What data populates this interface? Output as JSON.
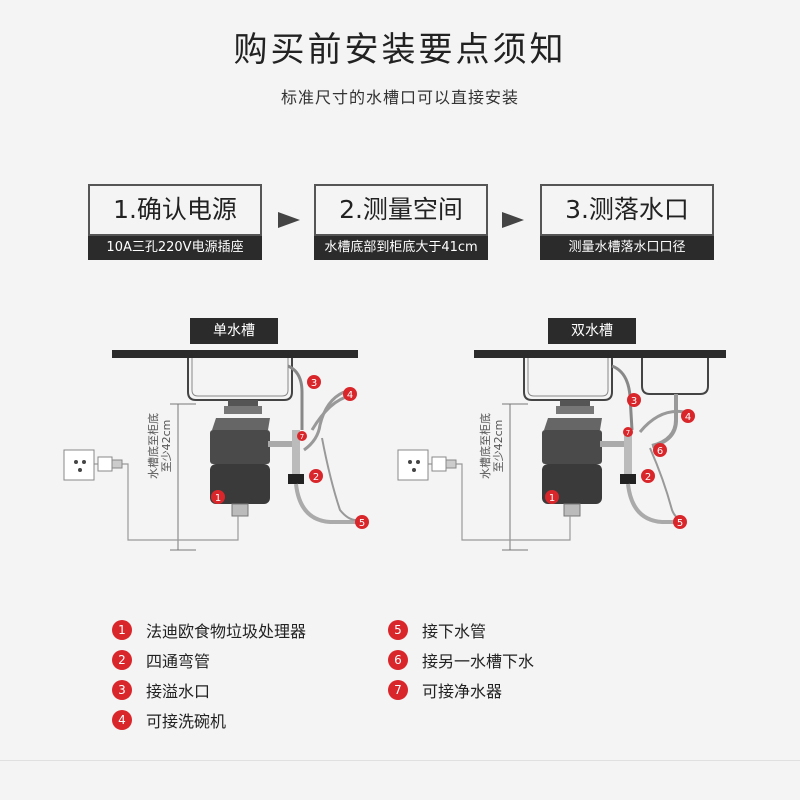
{
  "title": "购买前安装要点须知",
  "subtitle": "标准尺寸的水槽口可以直接安装",
  "steps": [
    {
      "title": "1.确认电源",
      "desc": "10A三孔220V电源插座"
    },
    {
      "title": "2.测量空间",
      "desc": "水槽底部到柜底大于41cm"
    },
    {
      "title": "3.测落水口",
      "desc": "测量水槽落水口口径"
    }
  ],
  "diagrams": [
    {
      "label": "单水槽",
      "measure_line1": "水槽底至柜底",
      "measure_line2": "至少42cm"
    },
    {
      "label": "双水槽",
      "measure_line1": "水槽底至柜底",
      "measure_line2": "至少42cm"
    }
  ],
  "legend": [
    {
      "num": "1",
      "text": "法迪欧食物垃圾处理器"
    },
    {
      "num": "2",
      "text": "四通弯管"
    },
    {
      "num": "3",
      "text": "接溢水口"
    },
    {
      "num": "4",
      "text": "可接洗碗机"
    },
    {
      "num": "5",
      "text": "接下水管"
    },
    {
      "num": "6",
      "text": "接另一水槽下水"
    },
    {
      "num": "7",
      "text": "可接净水器"
    }
  ],
  "colors": {
    "accent_red": "#d9262b",
    "dark": "#2b2b2b"
  }
}
